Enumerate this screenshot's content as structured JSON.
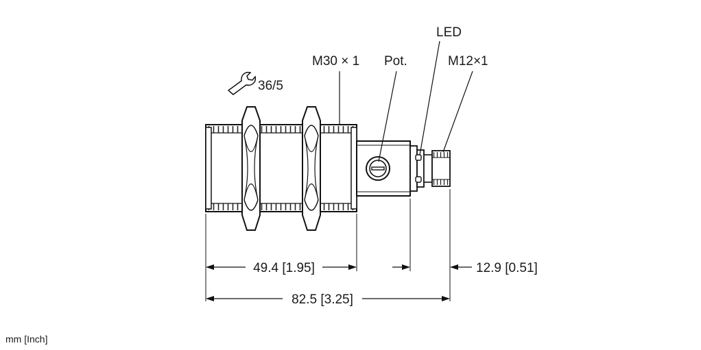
{
  "labels": {
    "wrench": "36/5",
    "thread_main": "M30 × 1",
    "pot": "Pot.",
    "led": "LED",
    "connector": "M12×1"
  },
  "dimensions": {
    "thread_length": "49.4 [1.95]",
    "connector_length": "12.9 [0.51]",
    "total_length": "82.5 [3.25]"
  },
  "units_note": "mm [Inch]"
}
